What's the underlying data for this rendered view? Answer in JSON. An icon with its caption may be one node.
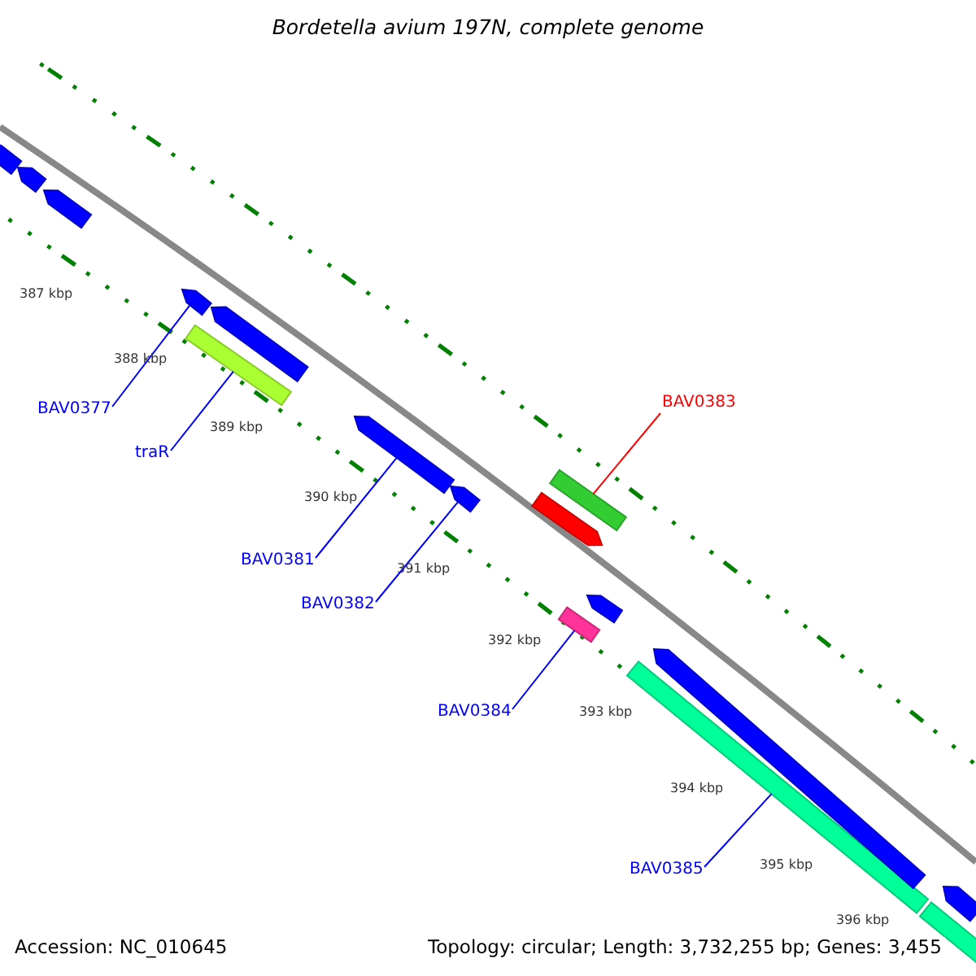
{
  "diagram": {
    "title": "Bordetella avium 197N, complete genome",
    "nodes": [
      {
        "text": [
          "BAV0377"
        ]
      },
      {
        "text": [
          "traR"
        ]
      },
      {
        "text": [
          "BAV0381"
        ]
      },
      {
        "text": [
          "BAV0382"
        ]
      },
      {
        "text": [
          "BAV0383"
        ]
      },
      {
        "text": [
          "BAV0384"
        ]
      },
      {
        "text": [
          "BAV0385"
        ]
      },
      {
        "text": [],
        "shape": "arrow"
      },
      {
        "text": [],
        "shape": "arrow"
      },
      {
        "text": [],
        "shape": "arrow"
      },
      {
        "text": [],
        "shape": "arrow"
      },
      {
        "text": [],
        "shape": "bar"
      },
      {
        "text": [],
        "shape": "arrow"
      },
      {
        "text": [],
        "shape": "arrow"
      },
      {
        "text": [],
        "shape": "arrow"
      },
      {
        "text": [],
        "shape": "arrow"
      },
      {
        "text": [],
        "shape": "bar"
      },
      {
        "text": [],
        "shape": "bar"
      },
      {
        "text": [],
        "shape": "arrow"
      },
      {
        "text": [],
        "shape": "bar"
      },
      {
        "text": [],
        "shape": "arrow"
      },
      {
        "text": [],
        "shape": "bar"
      },
      {
        "text": [],
        "shape": "arrow"
      }
    ],
    "edges": [
      {
        "from": 0,
        "to": 10,
        "arrow": "none"
      },
      {
        "from": 1,
        "to": 11,
        "arrow": "none"
      },
      {
        "from": 2,
        "to": 13,
        "arrow": "none"
      },
      {
        "from": 3,
        "to": 14,
        "arrow": "none"
      },
      {
        "from": 4,
        "to": 16,
        "arrow": "none",
        "color": "#ff0000"
      },
      {
        "from": 5,
        "to": 17,
        "arrow": "none"
      },
      {
        "from": 6,
        "to": 19,
        "arrow": "none"
      }
    ],
    "labels": [
      "387 kbp",
      "388 kbp",
      "389 kbp",
      "390 kbp",
      "391 kbp",
      "392 kbp",
      "393 kbp",
      "394 kbp",
      "395 kbp",
      "396 kbp",
      "Accession: NC_010645",
      "Topology: circular; Length: 3,732,255 bp; Genes: 3,455"
    ]
  }
}
